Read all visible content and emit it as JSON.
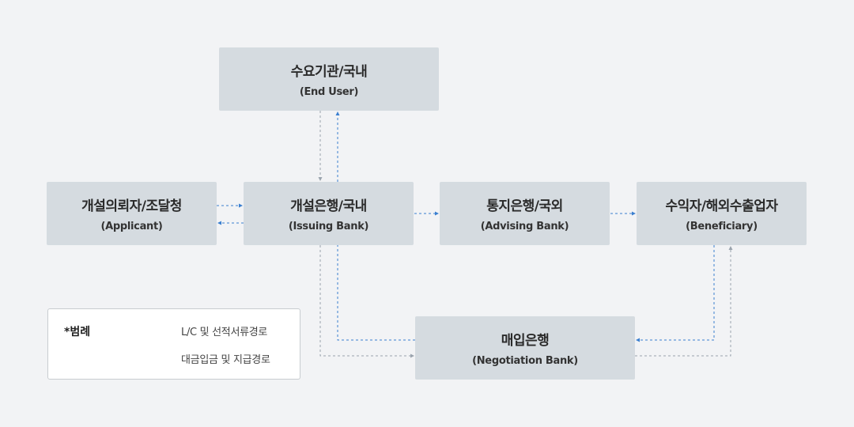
{
  "nodes": {
    "end_user": {
      "title": "수요기관/국내",
      "sub": "(End User)"
    },
    "applicant": {
      "title": "개설의뢰자/조달청",
      "sub": "(Applicant)"
    },
    "issuing_bank": {
      "title": "개설은행/국내",
      "sub": "(Issuing Bank)"
    },
    "advising_bank": {
      "title": "통지은행/국외",
      "sub": "(Advising Bank)"
    },
    "beneficiary": {
      "title": "수익자/해외수출업자",
      "sub": "(Beneficiary)"
    },
    "negotiation_bank": {
      "title": "매입은행",
      "sub": "(Negotiation Bank)"
    }
  },
  "legend": {
    "title": "*범례",
    "items": [
      {
        "label": "L/C 및 선적서류경로",
        "color": "#3a7fd0"
      },
      {
        "label": "대금입금 및 지급경로",
        "color": "#9aa3ad"
      }
    ]
  },
  "colors": {
    "blue": "#3a7fd0",
    "gray": "#9aa3ad",
    "box": "#d5dbe0"
  }
}
